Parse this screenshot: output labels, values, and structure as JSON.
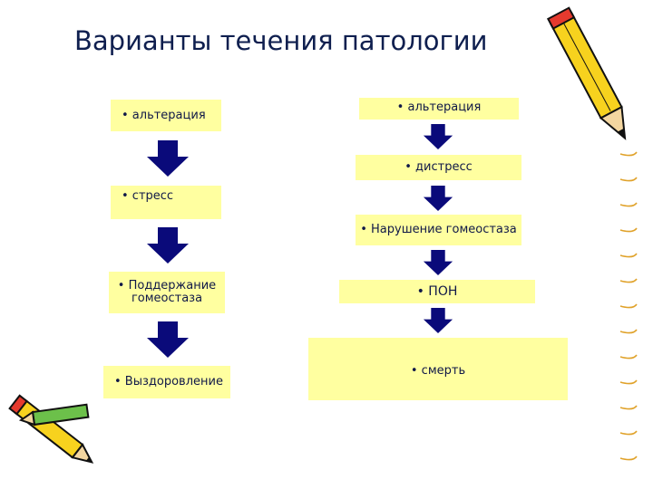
{
  "title": "Варианты течения патологии",
  "left_chain": [
    "• альтерация",
    "• стресс",
    "• Поддержание гомеостаза",
    "• Выздоровление"
  ],
  "right_chain": [
    "• альтерация",
    "• дистресс",
    "• Нарушение гомеостаза",
    "• ПОН",
    "• смерть"
  ],
  "colors": {
    "box_fill": "#ffffa0",
    "arrow_fill": "#0a0a7a",
    "text": "#101848"
  },
  "icons": [
    "pencil-icon",
    "pencils-icon",
    "spiral-binding-icon"
  ]
}
